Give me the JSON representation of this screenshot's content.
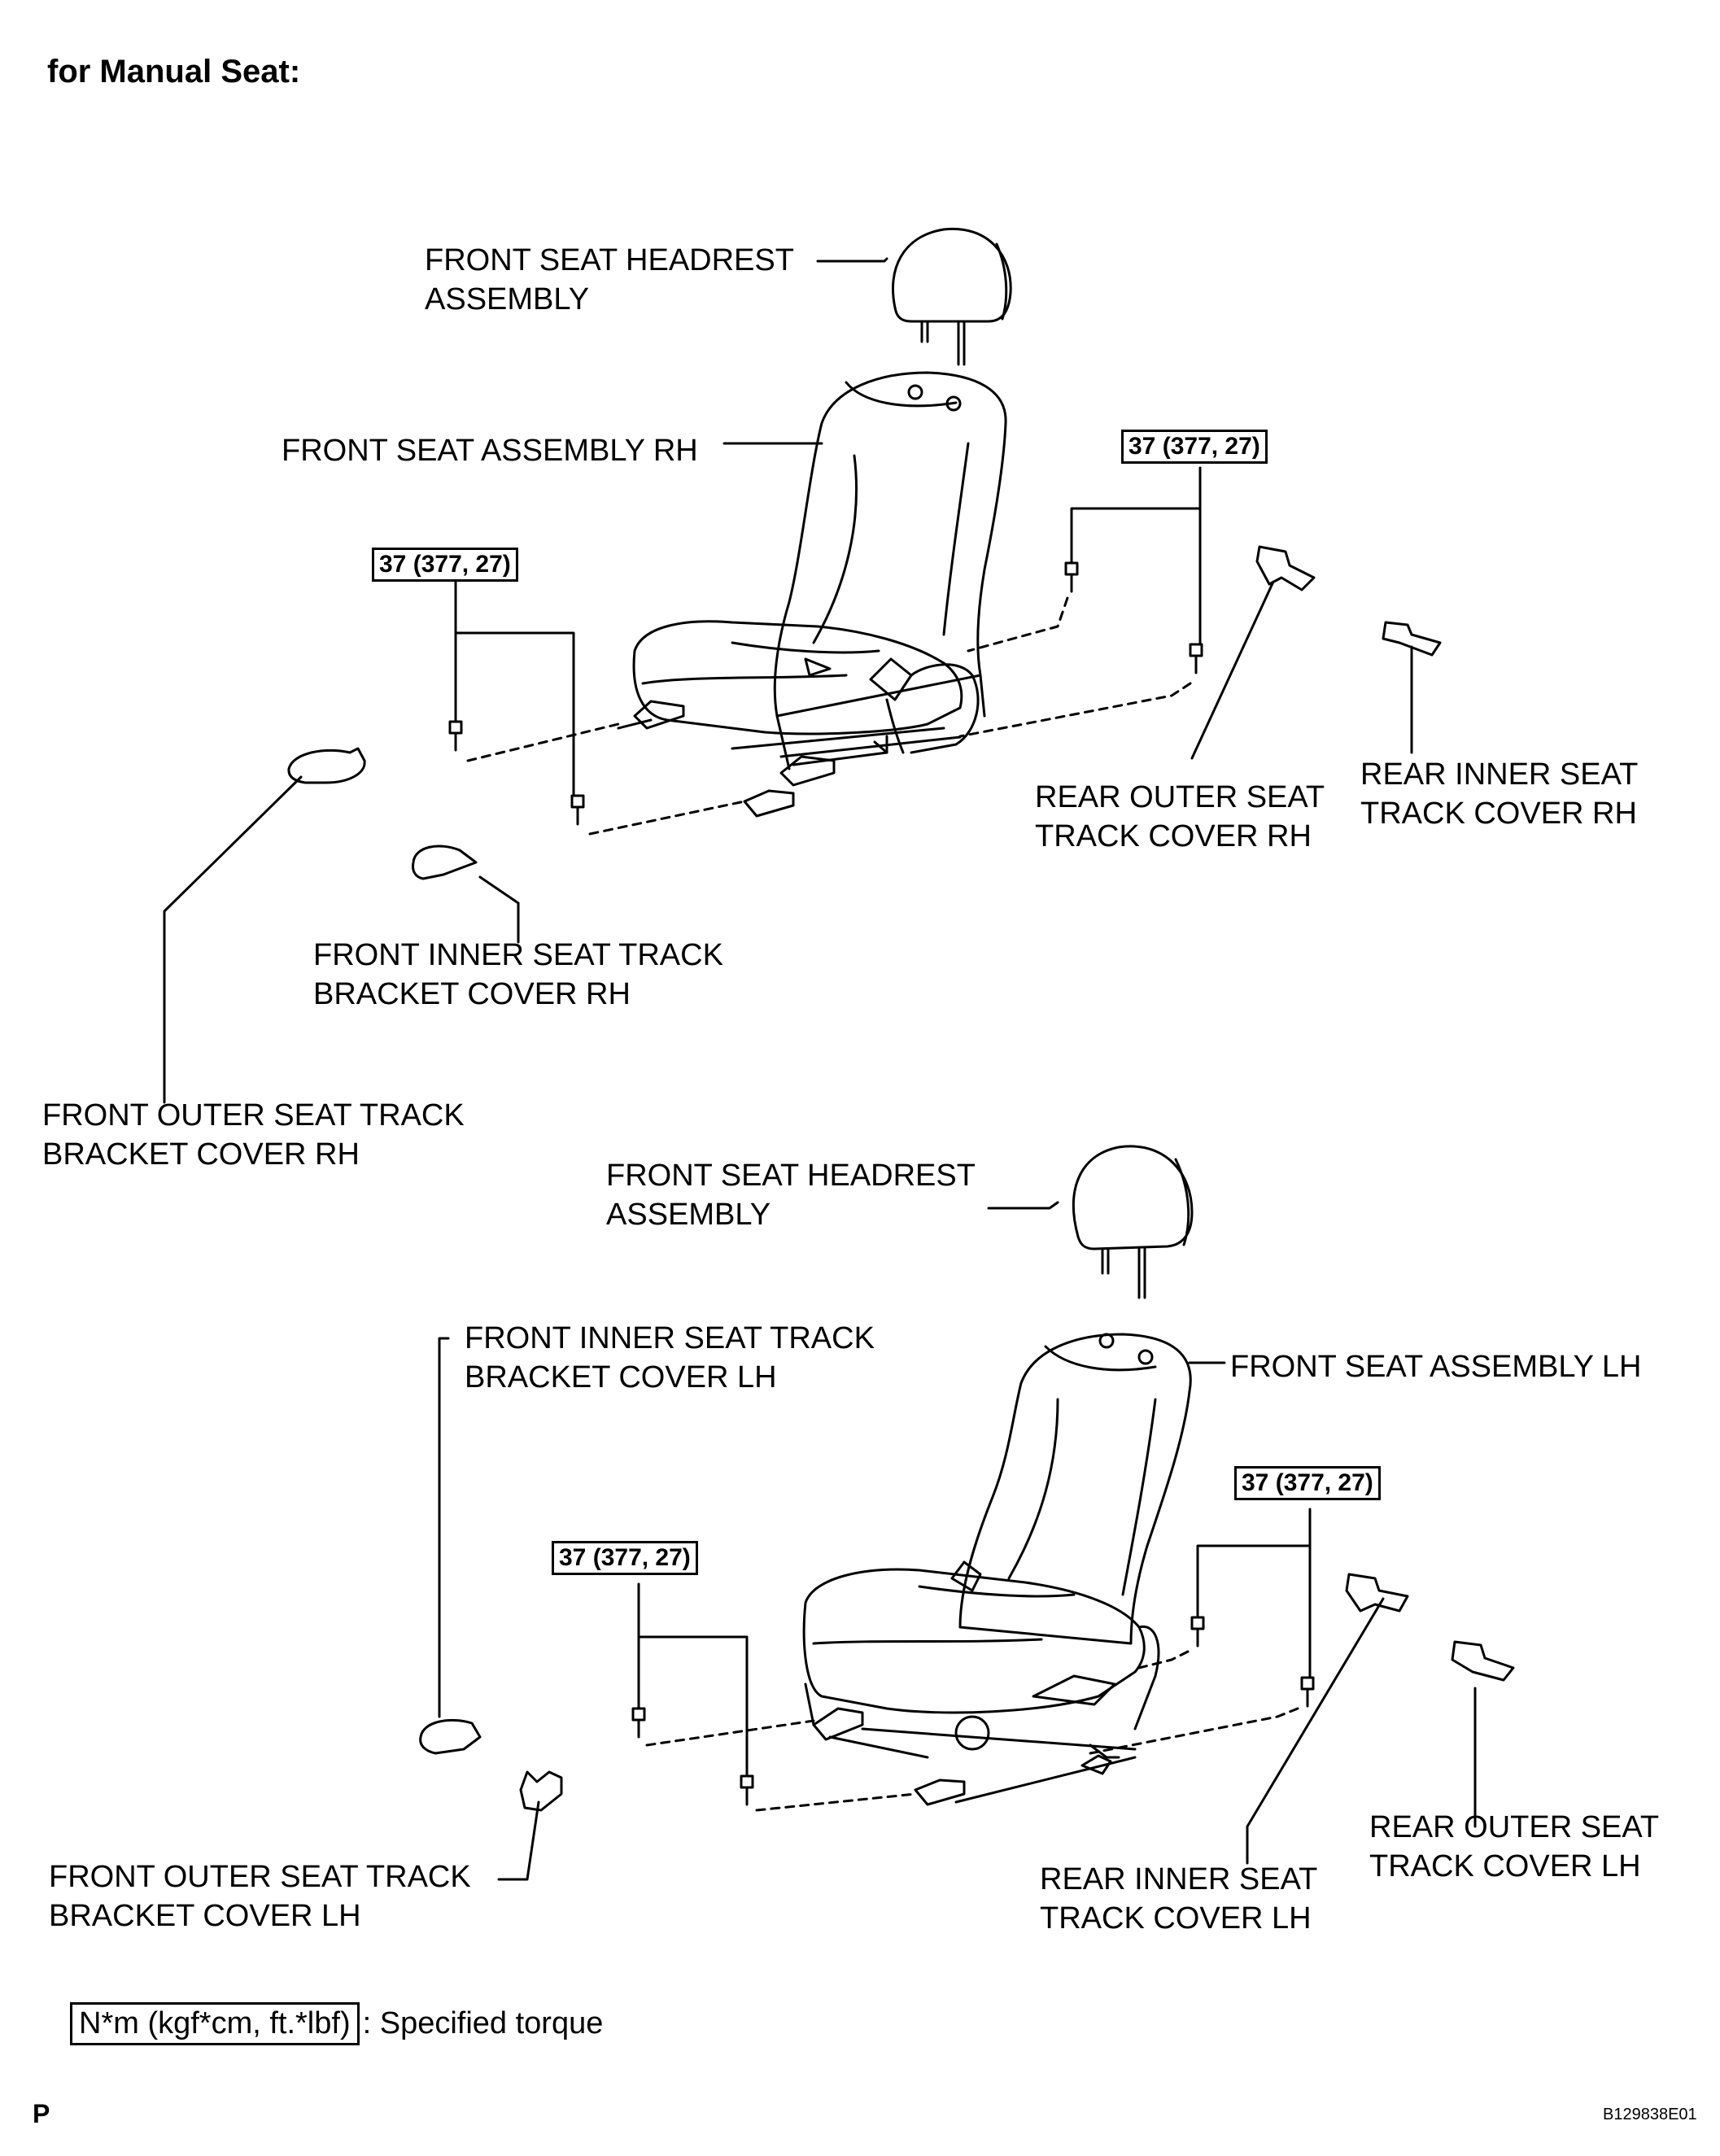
{
  "title": "for Manual Seat:",
  "torque_spec": "37 (377, 27)",
  "upper": {
    "headrest": [
      "FRONT SEAT HEADREST",
      "ASSEMBLY"
    ],
    "seat": "FRONT SEAT ASSEMBLY RH",
    "front_inner": [
      "FRONT INNER SEAT TRACK",
      "BRACKET COVER RH"
    ],
    "front_outer": [
      "FRONT OUTER SEAT TRACK",
      "BRACKET COVER RH"
    ],
    "rear_outer": [
      "REAR OUTER SEAT",
      "TRACK COVER RH"
    ],
    "rear_inner": [
      "REAR INNER SEAT",
      "TRACK COVER RH"
    ]
  },
  "lower": {
    "headrest": [
      "FRONT SEAT HEADREST",
      "ASSEMBLY"
    ],
    "seat": "FRONT SEAT ASSEMBLY LH",
    "front_inner": [
      "FRONT INNER SEAT TRACK",
      "BRACKET COVER LH"
    ],
    "front_outer": [
      "FRONT OUTER SEAT TRACK",
      "BRACKET COVER LH"
    ],
    "rear_inner": [
      "REAR INNER SEAT",
      "TRACK COVER LH"
    ],
    "rear_outer": [
      "REAR OUTER SEAT",
      "TRACK COVER LH"
    ]
  },
  "legend": {
    "box": "N*m (kgf*cm, ft.*lbf)",
    "text": ": Specified torque"
  },
  "page_mark": "P",
  "figure_code": "B129838E01"
}
